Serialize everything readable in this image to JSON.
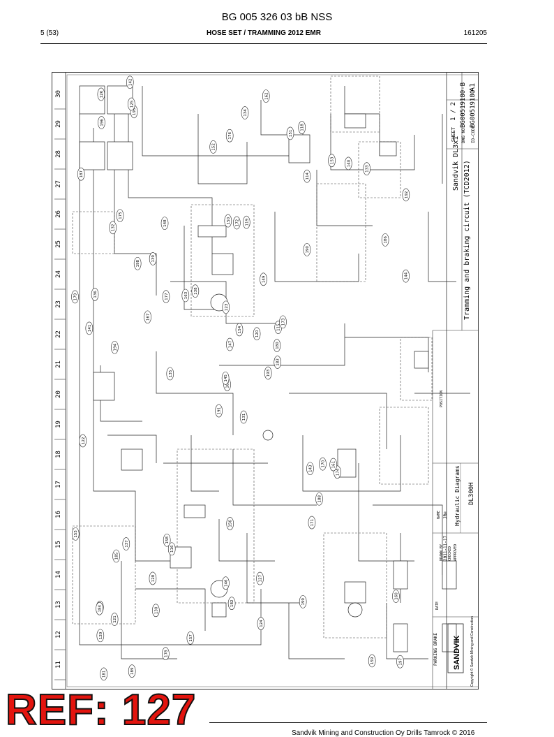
{
  "header": {
    "doc_number": "BG 005 326 03 bB NSS",
    "page": "5 (53)",
    "subtitle": "HOSE SET / TRAMMING 2012 EMR",
    "date_code": "161205"
  },
  "drawing": {
    "grid_numbers": [
      "11",
      "12",
      "13",
      "14",
      "15",
      "16",
      "17",
      "18",
      "19",
      "20",
      "21",
      "22",
      "23",
      "24",
      "25",
      "26",
      "27",
      "28",
      "29",
      "30"
    ],
    "title_line1": "Sandvik DL3x1",
    "title_line2": "Tramming and braking circuit (TCD2012)",
    "sheet_label": "SHEET",
    "sheet_value": "1 / 2",
    "size_label": "A1",
    "dwg_no_label": "DWG NO.",
    "dwg_no": "BG00519180-B",
    "id_code_label": "ID-CODE",
    "id_code": "BG00519180",
    "hydraulic_diagrams": "Hydraulic Diagrams",
    "model": "DL300H",
    "position_label": "POSITION",
    "name_label": "NAME",
    "date_label": "DATE",
    "drawn_by_label": "DRAWN BY",
    "drawn_date": "2011-11-17",
    "drawn_name": "JRe",
    "checked_label": "CHECKED",
    "approved_label": "APPROVED",
    "parking_brake": "PARKING BRAKE",
    "brand": "SANDVIK",
    "copyright": "Copyright © Sandvik Mining and Construction",
    "callouts": [
      "131",
      "132",
      "165",
      "164",
      "115",
      "116",
      "118",
      "119",
      "114",
      "193",
      "195",
      "197",
      "194",
      "192",
      "191",
      "190",
      "189",
      "150",
      "149",
      "137",
      "138",
      "129",
      "130",
      "172",
      "173",
      "174",
      "175",
      "176",
      "141",
      "143",
      "144",
      "145",
      "146",
      "147",
      "148",
      "153",
      "158",
      "159",
      "160",
      "161",
      "162",
      "163",
      "167",
      "171",
      "178",
      "179",
      "180",
      "181",
      "182",
      "183",
      "185",
      "186",
      "187",
      "188",
      "199",
      "128",
      "125",
      "126",
      "127",
      "133",
      "134",
      "135",
      "136",
      "139",
      "140",
      "142",
      "151",
      "152",
      "154",
      "155",
      "156",
      "157",
      "170",
      "177",
      "184",
      "196",
      "198",
      "122",
      "123",
      "124",
      "120",
      "121"
    ]
  },
  "ref_label": "REF: 127",
  "footer": {
    "copyright": "Sandvik Mining and Construction Oy Drills Tamrock © 2016"
  }
}
